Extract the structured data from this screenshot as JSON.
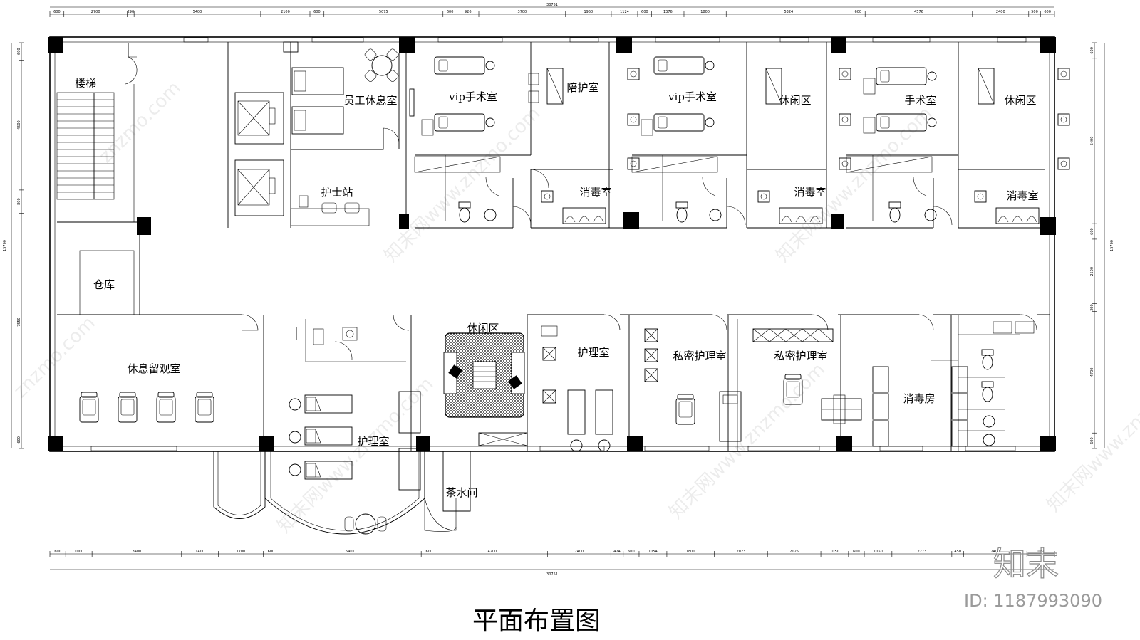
{
  "title": "平面布置图",
  "watermark": {
    "site": "znzmo.com",
    "brand": "知末网www.znzmo.com",
    "logo": "知末",
    "id": "ID: 1187993090"
  },
  "dimensions": {
    "total": "30751",
    "top": [
      "600",
      "2700",
      "290",
      "5400",
      "2100",
      "600",
      "5075",
      "600",
      "926",
      "3700",
      "1950",
      "1124",
      "600",
      "1376",
      "1800",
      "5324",
      "600",
      "4576",
      "2400",
      "500",
      "600"
    ],
    "bottom": [
      "600",
      "1000",
      "3400",
      "1400",
      "1700",
      "600",
      "5401",
      "600",
      "4200",
      "2400",
      "474",
      "600",
      "1054",
      "1800",
      "2023",
      "2025",
      "1050",
      "600",
      "1050",
      "2273",
      "450",
      "2400",
      "1050"
    ],
    "left": [
      "600",
      "4500",
      "800",
      "7550",
      "600"
    ],
    "right": [
      "600",
      "6400",
      "600",
      "2500",
      "300",
      "4700",
      "600"
    ],
    "left_total": "15700",
    "right_total": "15700"
  },
  "rooms": {
    "stairs": "楼梯",
    "staff_lounge": "员工休息室",
    "vip_surgery_1": "vip手术室",
    "companion": "陪护室",
    "vip_surgery_2": "vip手术室",
    "leisure_1": "休闲区",
    "surgery": "手术室",
    "leisure_2": "休闲区",
    "nurse_station": "护士站",
    "disinfect_1": "消毒室",
    "disinfect_2": "消毒室",
    "disinfect_3": "消毒室",
    "warehouse": "仓库",
    "observation": "休息留观室",
    "leisure_center": "休闲区",
    "care_1": "护理室",
    "private_care_1": "私密护理室",
    "private_care_2": "私密护理室",
    "disinfect_room": "消毒房",
    "care_2": "护理室",
    "tea_room": "茶水间"
  }
}
